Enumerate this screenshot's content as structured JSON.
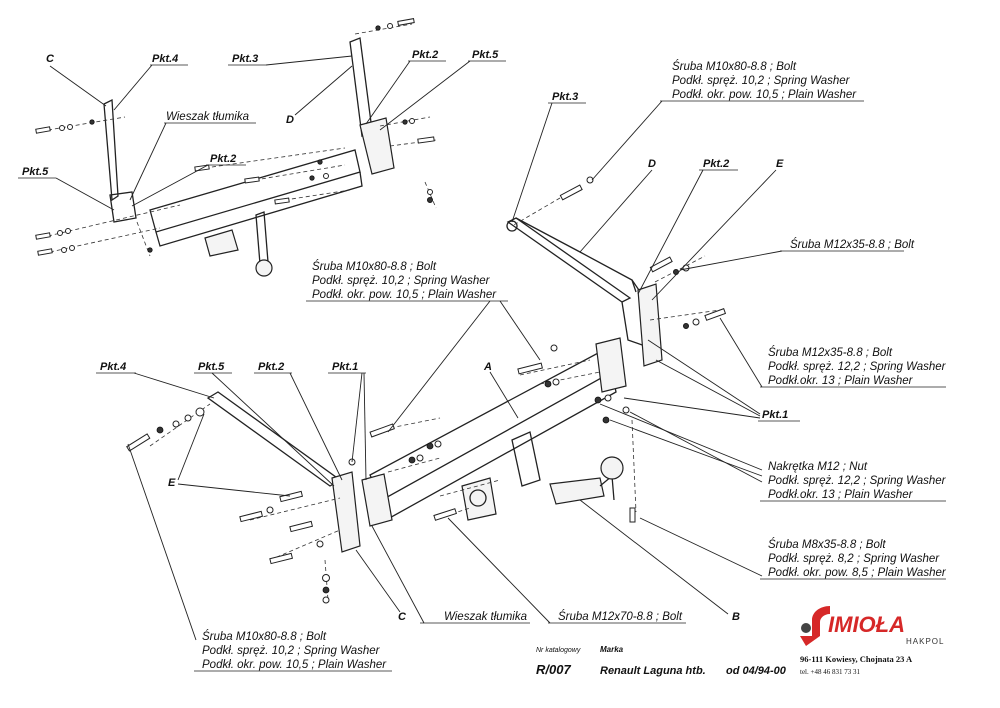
{
  "labels": {
    "top_c": "C",
    "top_pkt4": "Pkt.4",
    "top_pkt3": "Pkt.3",
    "top_pkt2a": "Pkt.2",
    "top_pkt5a": "Pkt.5",
    "top_d": "D",
    "top_wieszak": "Wieszak tłumika",
    "top_pkt5b": "Pkt.5",
    "top_pkt2b": "Pkt.2",
    "r_pkt3": "Pkt.3",
    "r_d": "D",
    "r_pkt2": "Pkt.2",
    "r_e": "E",
    "r_pkt1": "Pkt.1",
    "m_a": "A",
    "l_pkt4": "Pkt.4",
    "l_pkt5": "Pkt.5",
    "l_pkt2": "Pkt.2",
    "l_pkt1": "Pkt.1",
    "l_e": "E",
    "b_c": "C",
    "b_wieszak": "Wieszak tłumika",
    "b_sruba70": "Śruba M12x70-8.8 ;  Bolt",
    "b_b": "B"
  },
  "notes": {
    "top_right": [
      "Śruba M10x80-8.8 ;  Bolt",
      "Podkł. spręż. 10,2 ; Spring Washer",
      "Podkł. okr. pow. 10,5 ; Plain Washer"
    ],
    "mid_left": [
      "Śruba M10x80-8.8 ;  Bolt",
      "Podkł. spręż. 10,2 ; Spring Washer",
      "Podkł. okr. pow. 10,5 ; Plain Washer"
    ],
    "r_bolt35": "Śruba M12x35-8.8 ;  Bolt",
    "r_group35": [
      "Śruba M12x35-8.8 ;  Bolt",
      "Podkł. spręż. 12,2 ; Spring Washer",
      "Podkł.okr. 13 ; Plain Washer"
    ],
    "r_nut": [
      "Nakrętka  M12 ; Nut",
      "Podkł. spręż. 12,2 ; Spring Washer",
      "Podkł.okr. 13 ; Plain Washer"
    ],
    "r_m8": [
      "Śruba M8x35-8.8 ;  Bolt",
      "Podkł. spręż. 8,2 ; Spring Washer",
      "Podkł. okr. pow. 8,5 ; Plain Washer"
    ],
    "bottom_left": [
      "Śruba M10x80-8.8 ;  Bolt",
      "Podkł. spręż. 10,2 ; Spring Washer",
      "Podkł. okr. pow. 10,5 ; Plain Washer"
    ]
  },
  "footer": {
    "catalog_label": "Nr katalogowy",
    "catalog_value": "R/007",
    "brand_label": "Marka",
    "model": "Renault Laguna htb.",
    "date": "od 04/94-00"
  },
  "company": {
    "name": "IMIOŁA",
    "sub": "HAKPOL",
    "address": "96-111 Kowiesy, Chojnata 23 A",
    "phone": "tel. +48 46 831 73 31",
    "accent_color": "#d62828"
  }
}
